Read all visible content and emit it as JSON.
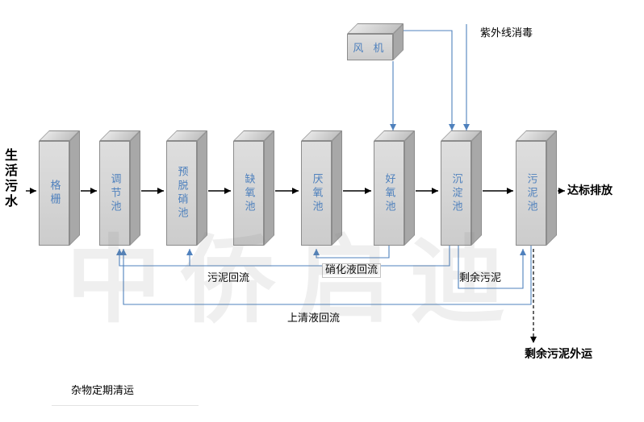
{
  "diagram": {
    "title_hint": "sewage-treatment-process-flow",
    "influent_label": "生活污水",
    "effluent_label": "达标排放",
    "fan": {
      "label": "风 机"
    },
    "uv_label": "紫外线消毒",
    "tanks": [
      {
        "label": "格栅"
      },
      {
        "label": "调节池"
      },
      {
        "label": "预脱硝池"
      },
      {
        "label": "缺氧池"
      },
      {
        "label": "厌氧池"
      },
      {
        "label": "好氧池"
      },
      {
        "label": "沉淀池"
      },
      {
        "label": "污泥池"
      }
    ],
    "flows": {
      "sludge_return": "污泥回流",
      "nitrified_return": "硝化液回流",
      "excess_sludge": "剩余污泥",
      "supernatant_return": "上清液回流",
      "excess_sludge_out": "剩余污泥外运",
      "debris_removal": "杂物定期清运"
    },
    "watermark": "中侨启迪",
    "colors": {
      "label_blue": "#4f81bd",
      "line_blue": "#4f81bd",
      "box_gray": "#d9d9d9",
      "flow_black": "#000000"
    }
  }
}
